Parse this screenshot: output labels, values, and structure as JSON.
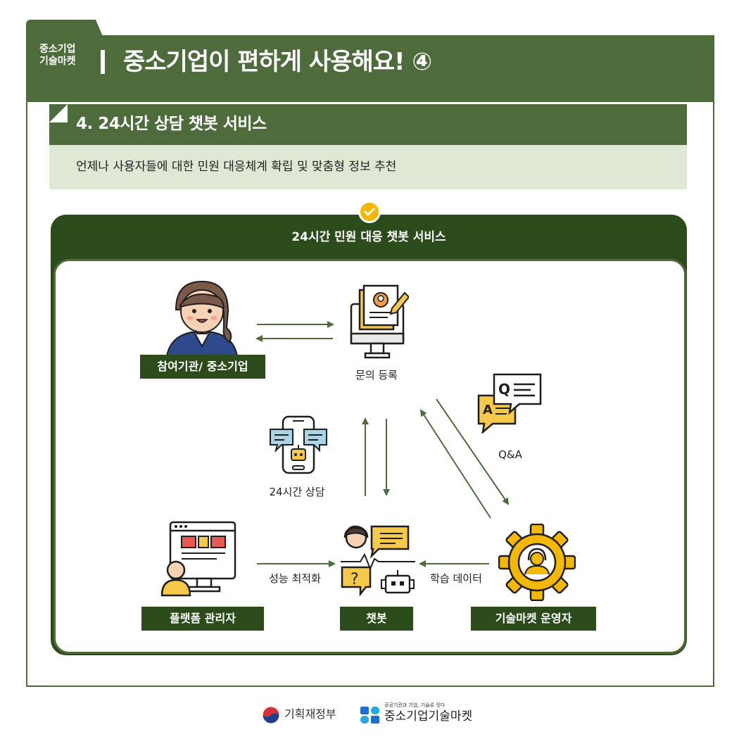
{
  "header": {
    "brand_line1": "중소기업",
    "brand_line2": "기술마켓",
    "title": "중소기업이 편하게 사용해요! ④"
  },
  "section": {
    "title": "4. 24시간 상담 챗봇 서비스",
    "subtitle": "언제나 사용자들에 대한 민원 대응체계 확립 및 맞춤형 정보 추천"
  },
  "diagram": {
    "title": "24시간 민원 대응 챗봇 서비스",
    "participant_label": "참여기관/ 중소기업",
    "inquiry_label": "문의 등록",
    "qa_label": "Q&A",
    "consult_label": "24시간 상담",
    "admin_label": "플랫폼 관리자",
    "chatbot_label": "챗봇",
    "operator_label": "기술마켓 운영자",
    "optimize_label": "성능 최적화",
    "learning_label": "학습 데이터"
  },
  "footer": {
    "gov_name": "기획재정부",
    "market_tagline": "공공기관과 기업, 기술로 잇다",
    "market_name": "중소기업기술마켓"
  },
  "colors": {
    "primary_green": "#4e6b3c",
    "dark_green": "#2c4b1b",
    "light_green": "#dfe8d4",
    "accent_yellow": "#f5b800"
  }
}
